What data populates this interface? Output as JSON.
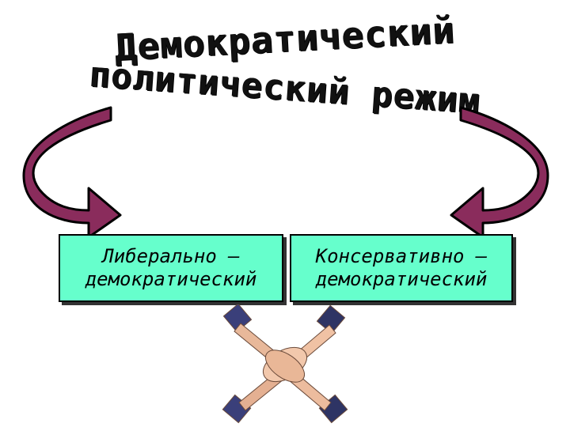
{
  "title": {
    "line1": "Демократический",
    "line2": "политический режим"
  },
  "boxes": [
    {
      "line1": "Либерально –",
      "line2": "демократический"
    },
    {
      "line1": "Консервативно –",
      "line2": "демократический"
    }
  ],
  "colors": {
    "box_fill": "#66ffcc",
    "arrow_fill": "#8a2c5c"
  },
  "image": {
    "icon": "joined-hands-clipart"
  }
}
